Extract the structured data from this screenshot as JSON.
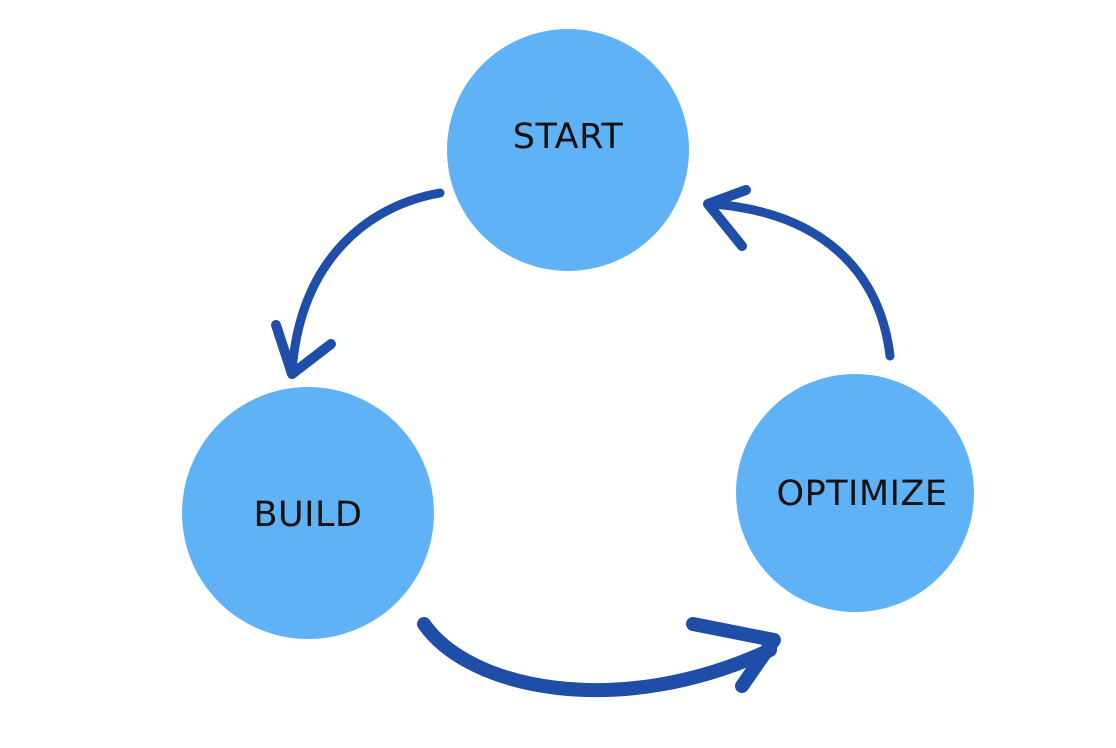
{
  "colors": {
    "background": "#ffffff",
    "node_fill": "#60b2f7",
    "arrow": "#1e4ea8",
    "text": "#111111"
  },
  "nodes": {
    "start": {
      "label": "START"
    },
    "build": {
      "label": "BUILD"
    },
    "optimize": {
      "label": "OPTIMIZE"
    }
  },
  "arrows": [
    {
      "from": "START",
      "to": "BUILD"
    },
    {
      "from": "BUILD",
      "to": "OPTIMIZE"
    },
    {
      "from": "OPTIMIZE",
      "to": "START"
    }
  ]
}
